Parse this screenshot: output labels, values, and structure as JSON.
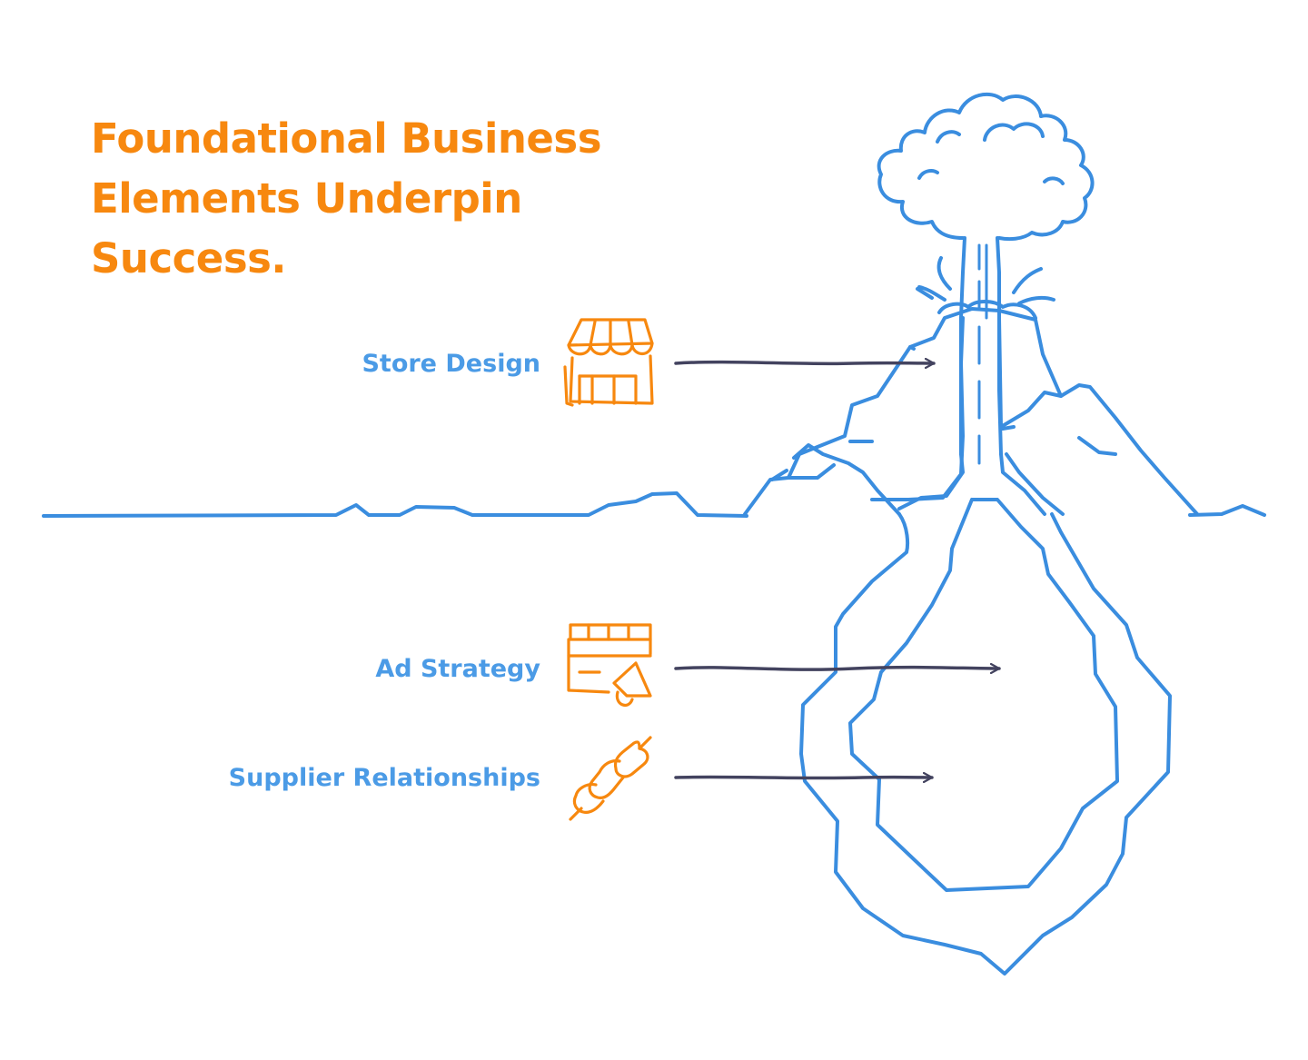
{
  "title": {
    "line1": "Foundational Business",
    "line2": "Elements Underpin",
    "line3": "Success."
  },
  "items": [
    {
      "label": "Store Design",
      "icon": "storefront-icon"
    },
    {
      "label": "Ad Strategy",
      "icon": "ad-billboard-megaphone-icon"
    },
    {
      "label": "Supplier Relationships",
      "icon": "chain-link-icon"
    }
  ],
  "colors": {
    "title": "#f7880f",
    "label": "#4b9be6",
    "icon": "#f7880f",
    "iceberg": "#3a8ddf",
    "arrow": "#43435f"
  }
}
